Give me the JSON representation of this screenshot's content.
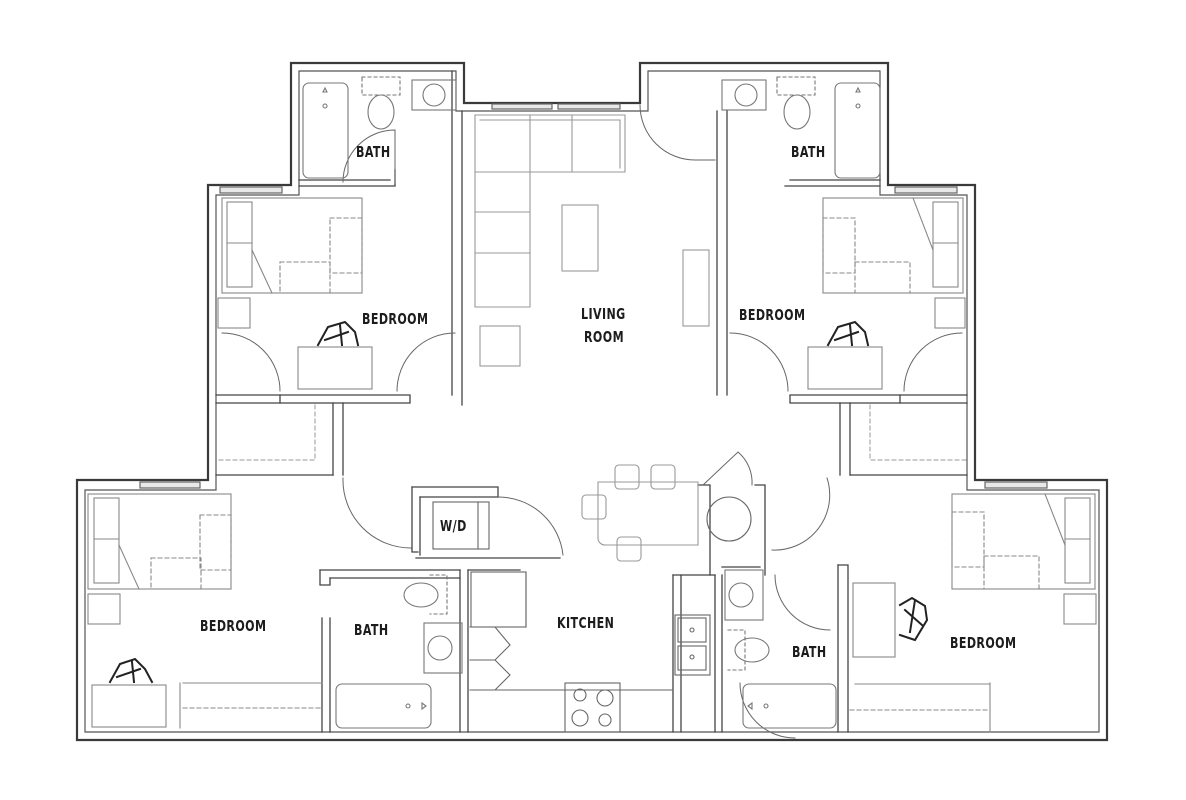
{
  "floor_plan": {
    "type": "4-bedroom, 4-bath apartment floor plan",
    "rooms": [
      {
        "id": "bath-top-left",
        "label": "BATH"
      },
      {
        "id": "bath-top-right",
        "label": "BATH"
      },
      {
        "id": "bedroom-upper-left",
        "label": "BEDROOM"
      },
      {
        "id": "bedroom-upper-right",
        "label": "BEDROOM"
      },
      {
        "id": "living-room",
        "label_line1": "LIVING",
        "label_line2": "ROOM"
      },
      {
        "id": "bedroom-lower-left",
        "label": "BEDROOM"
      },
      {
        "id": "bath-lower-left",
        "label": "BATH"
      },
      {
        "id": "laundry",
        "label": "W/D"
      },
      {
        "id": "kitchen",
        "label": "KITCHEN"
      },
      {
        "id": "bath-lower-right",
        "label": "BATH"
      },
      {
        "id": "bedroom-lower-right",
        "label": "BEDROOM"
      }
    ],
    "colors": {
      "wall": "#3a3a3a",
      "fixture": "#7a7a7a",
      "furniture": "#a8a8a8",
      "label": "#1c1c1c",
      "background": "#ffffff"
    }
  }
}
